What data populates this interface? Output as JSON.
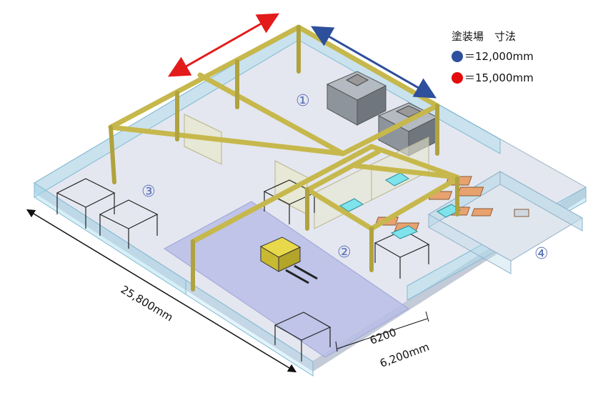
{
  "legend": {
    "title": "塗装場　寸法",
    "items": [
      {
        "label": "＝12,000mm",
        "color": "#2e4f9b"
      },
      {
        "label": "＝15,000mm",
        "color": "#e30b0b"
      }
    ]
  },
  "zones": [
    "①",
    "②",
    "③",
    "④"
  ],
  "dimensions": {
    "length": "25,800mm",
    "width_short": "6200",
    "width_long": "6,200mm"
  },
  "colors": {
    "frame": "#d8c95a",
    "floor": "#dfe4ee",
    "wall": "#9fd4e8",
    "walkway": "#b9bde6",
    "booth": "#8c949c",
    "arrow_red": "#e31b1b",
    "arrow_blue": "#2e4f9b"
  }
}
